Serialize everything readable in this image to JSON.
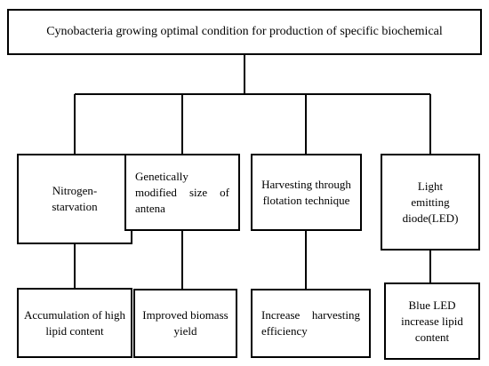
{
  "title": "Cynobacteria growing optimal condition for production of specific biochemical",
  "conditions": [
    {
      "label": "Nitrogen-starvation",
      "outcome": "Accumulation of high lipid content"
    },
    {
      "label": "Genetically modified size of antena",
      "outcome": "Improved biomass yield"
    },
    {
      "label": "Harvesting through flotation technique",
      "outcome": "Increase harvesting efficiency"
    },
    {
      "label": "Light emitting diode(LED)",
      "outcome": "Blue LED increase lipid content"
    }
  ]
}
